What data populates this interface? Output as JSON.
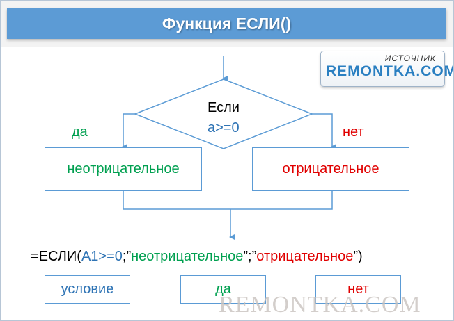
{
  "title": "Функция ЕСЛИ()",
  "logo": {
    "top_text": "ИСТОЧНИК",
    "main_text": "REMONTKA.COM"
  },
  "decision": {
    "label": "Если",
    "condition": "a>=0"
  },
  "branches": {
    "yes_label": "да",
    "no_label": "нет"
  },
  "outcomes": {
    "yes_box": "неотрицательное",
    "no_box": "отрицательное"
  },
  "formula": {
    "prefix": "=ЕСЛИ(",
    "condition": "A1>=0",
    "sep1": ";”",
    "yes_value": "неотрицательное",
    "sep2": "”;”",
    "no_value": "отрицательное",
    "suffix": "”)"
  },
  "legend": {
    "condition": "условие",
    "yes": "да",
    "no": "нет"
  },
  "watermark": "REMONTKA.COM",
  "colors": {
    "header_band": "#5c9bd5",
    "yes": "#00a050",
    "no": "#e00000",
    "condition": "#2f74b5",
    "lines": "#5b9bd5"
  }
}
